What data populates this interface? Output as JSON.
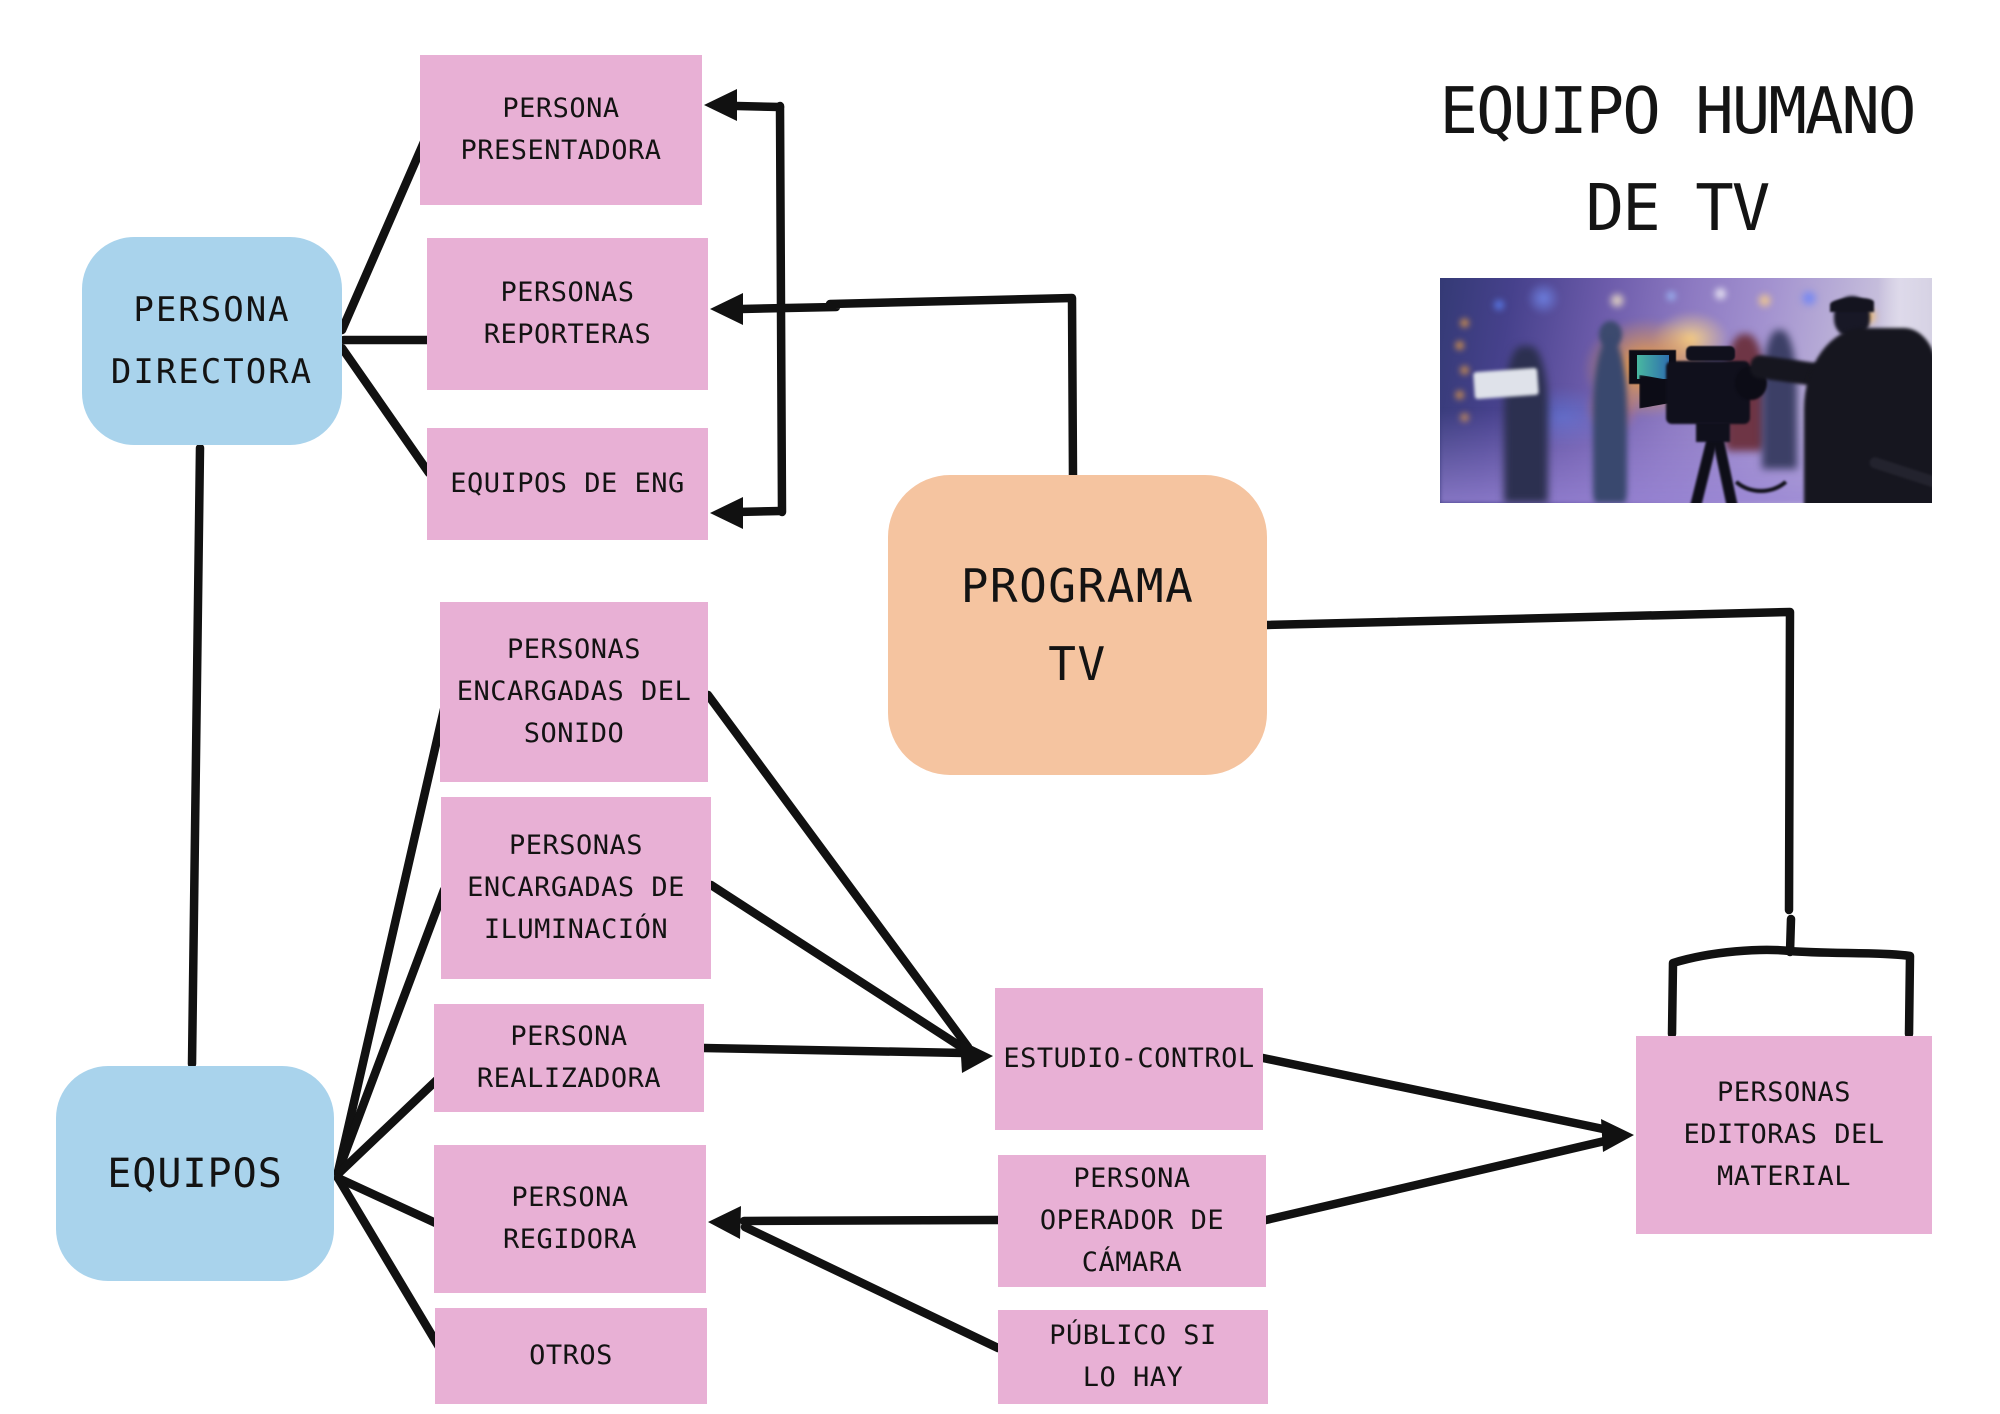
{
  "title": {
    "text": "EQUIPO HUMANO\nDE TV"
  },
  "colors": {
    "pink": "#e8b0d5",
    "blue": "#a9d3ec",
    "orange": "#f5c4a0",
    "ink": "#111111",
    "paper": "#ffffff"
  },
  "nodes": {
    "persona_directora": {
      "label": "PERSONA\nDIRECTORA"
    },
    "equipos": {
      "label": "EQUIPOS"
    },
    "programa_tv": {
      "label": "PROGRAMA\nTV"
    },
    "persona_presentadora": {
      "label": "PERSONA\nPRESENTADORA"
    },
    "personas_reporteras": {
      "label": "PERSONAS\nREPORTERAS"
    },
    "equipos_de_eng": {
      "label": "EQUIPOS DE ENG"
    },
    "sonido": {
      "label": "PERSONAS\nENCARGADAS DEL\nSONIDO"
    },
    "iluminacion": {
      "label": "PERSONAS\nENCARGADAS DE\nILUMINACIÓN"
    },
    "realizadora": {
      "label": "PERSONA\nREALIZADORA"
    },
    "regidora": {
      "label": "PERSONA\nREGIDORA"
    },
    "otros": {
      "label": "OTROS"
    },
    "estudio_control": {
      "label": "ESTUDIO-CONTROL"
    },
    "operador_camara": {
      "label": "PERSONA\nOPERADOR DE\nCÁMARA"
    },
    "publico": {
      "label": "PÚBLICO SI\nLO HAY"
    },
    "editoras": {
      "label": "PERSONAS\nEDITORAS DEL\nMATERIAL"
    }
  },
  "photo": {
    "description": "Blurred TV studio scene: stage lights, presenters and a broadcast camera with operator"
  },
  "edges": [
    {
      "from": "persona_directora",
      "to": "persona_presentadora",
      "arrow": false
    },
    {
      "from": "persona_directora",
      "to": "personas_reporteras",
      "arrow": false
    },
    {
      "from": "persona_directora",
      "to": "equipos_de_eng",
      "arrow": false
    },
    {
      "from": "persona_directora",
      "to": "equipos",
      "arrow": false
    },
    {
      "from": "programa_tv",
      "to": "persona_presentadora",
      "arrow": true
    },
    {
      "from": "programa_tv",
      "to": "personas_reporteras",
      "arrow": true
    },
    {
      "from": "programa_tv",
      "to": "equipos_de_eng",
      "arrow": true
    },
    {
      "from": "programa_tv",
      "to": "editoras",
      "arrow": false
    },
    {
      "from": "equipos",
      "to": "sonido",
      "arrow": false
    },
    {
      "from": "equipos",
      "to": "iluminacion",
      "arrow": false
    },
    {
      "from": "equipos",
      "to": "realizadora",
      "arrow": false
    },
    {
      "from": "equipos",
      "to": "regidora",
      "arrow": false
    },
    {
      "from": "equipos",
      "to": "otros",
      "arrow": false
    },
    {
      "from": "sonido",
      "to": "estudio_control",
      "arrow": true
    },
    {
      "from": "iluminacion",
      "to": "estudio_control",
      "arrow": true
    },
    {
      "from": "realizadora",
      "to": "estudio_control",
      "arrow": true
    },
    {
      "from": "estudio_control",
      "to": "editoras",
      "arrow": true
    },
    {
      "from": "operador_camara",
      "to": "editoras",
      "arrow": true
    },
    {
      "from": "operador_camara",
      "to": "regidora",
      "arrow": true
    },
    {
      "from": "publico",
      "to": "regidora",
      "arrow": true
    }
  ]
}
